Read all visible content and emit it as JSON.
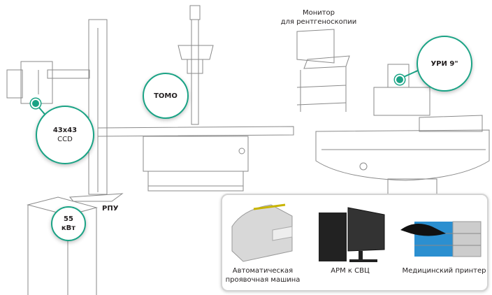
{
  "callouts": {
    "tomo": "TOMO",
    "detector_size": "43x43",
    "detector_type": "CCD",
    "uri": "УРИ 9\"",
    "power_value": "55",
    "power_unit": "кВт",
    "rpu": "РПУ",
    "monitor_line1": "Монитор",
    "monitor_line2": "для рентгеноскопии"
  },
  "accessories": [
    {
      "label_line1": "Автоматическая",
      "label_line2": "проявочная машина"
    },
    {
      "label_line1": "АРМ к СВЦ"
    },
    {
      "label_line1": "Медицинский принтер"
    }
  ],
  "colors": {
    "accent": "#1aa385"
  }
}
